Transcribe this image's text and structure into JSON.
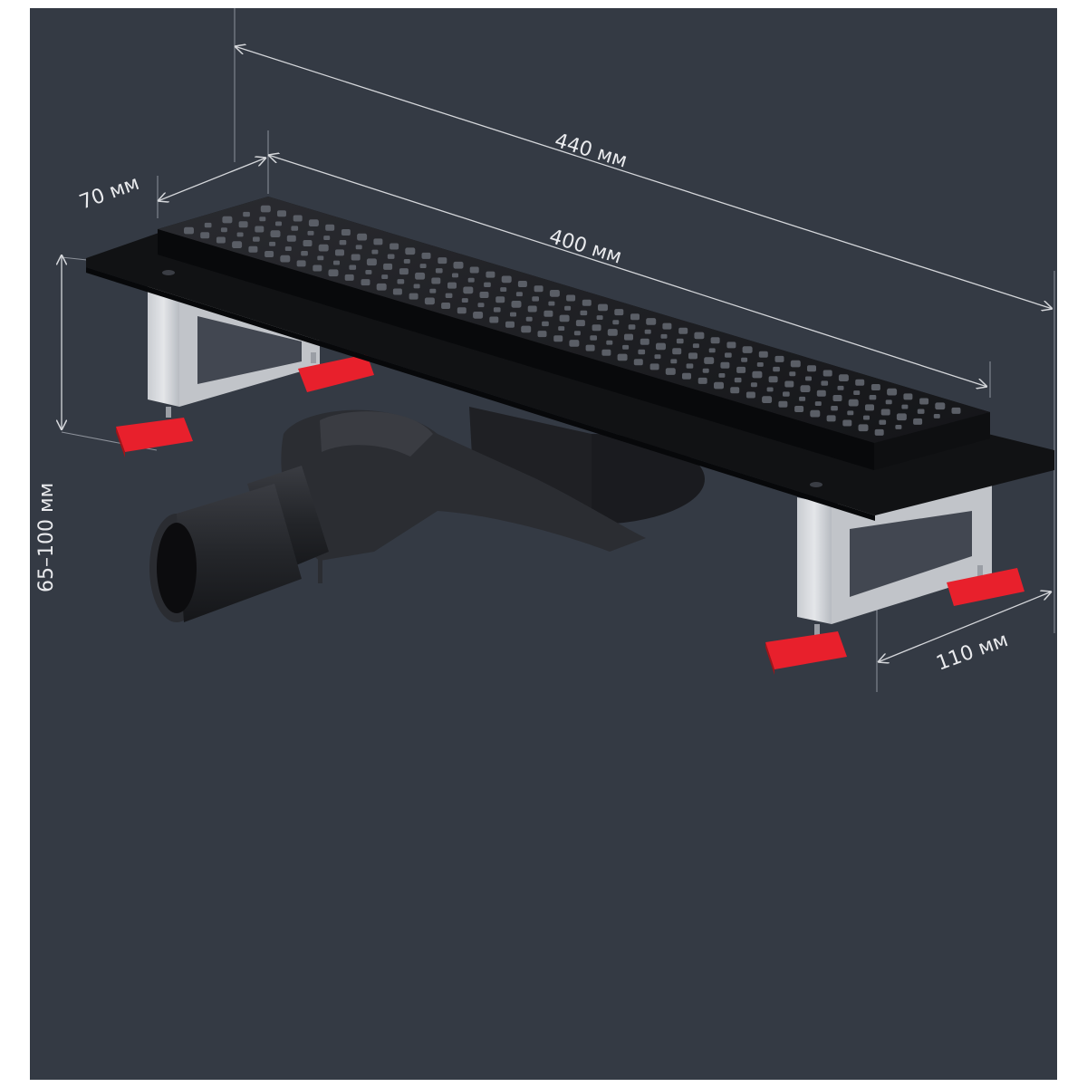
{
  "dimensions": {
    "overall_length": "440 мм",
    "grate_length": "400 мм",
    "flange_width": "70 мм",
    "height_range": "65–100 мм",
    "leg_width": "110 мм"
  },
  "colors": {
    "background": "#343a44",
    "drain_body": "#141518",
    "grate": "#1d1e22",
    "leg": "#d6d8dc",
    "foot": "#e8202c",
    "dimension_line": "#d5d7db"
  }
}
